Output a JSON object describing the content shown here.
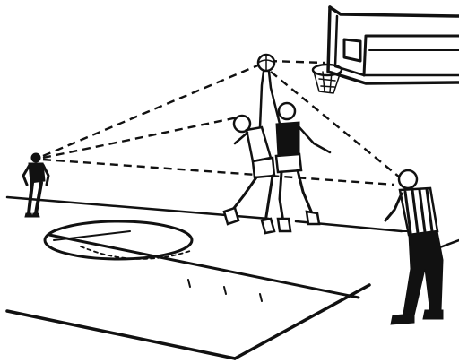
{
  "illustration": {
    "colors": {
      "ink": "#111111",
      "paper": "#ffffff"
    },
    "figures": [
      "referee-near",
      "referee-far",
      "jumper-left",
      "jumper-right"
    ],
    "objects": [
      "ball",
      "backboard",
      "basket",
      "court-lines",
      "center-circle"
    ]
  }
}
